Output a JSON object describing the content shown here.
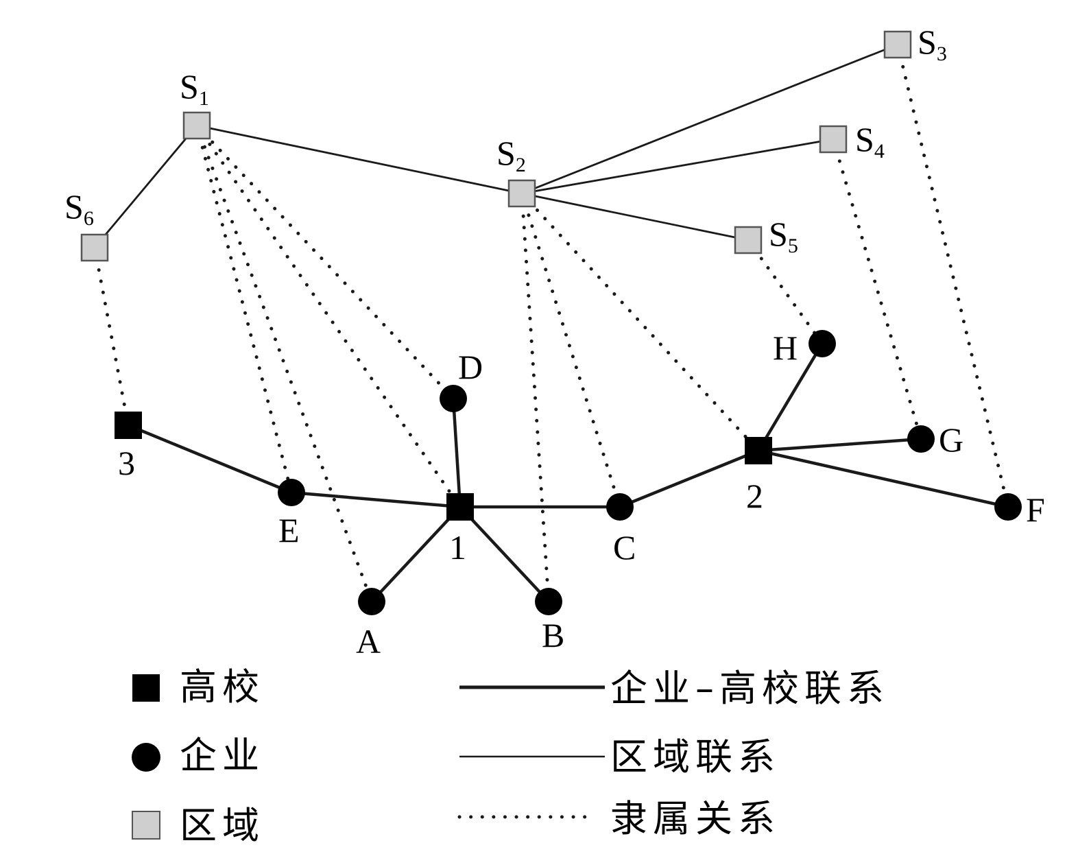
{
  "diagram": {
    "nodes": [
      {
        "id": "S1",
        "type": "region",
        "label": "S",
        "sub": "1"
      },
      {
        "id": "S2",
        "type": "region",
        "label": "S",
        "sub": "2"
      },
      {
        "id": "S3",
        "type": "region",
        "label": "S",
        "sub": "3"
      },
      {
        "id": "S4",
        "type": "region",
        "label": "S",
        "sub": "4"
      },
      {
        "id": "S5",
        "type": "region",
        "label": "S",
        "sub": "5"
      },
      {
        "id": "S6",
        "type": "region",
        "label": "S",
        "sub": "6"
      },
      {
        "id": "U1",
        "type": "university",
        "label": "1"
      },
      {
        "id": "U2",
        "type": "university",
        "label": "2"
      },
      {
        "id": "U3",
        "type": "university",
        "label": "3"
      },
      {
        "id": "A",
        "type": "enterprise",
        "label": "A"
      },
      {
        "id": "B",
        "type": "enterprise",
        "label": "B"
      },
      {
        "id": "C",
        "type": "enterprise",
        "label": "C"
      },
      {
        "id": "D",
        "type": "enterprise",
        "label": "D"
      },
      {
        "id": "E",
        "type": "enterprise",
        "label": "E"
      },
      {
        "id": "F",
        "type": "enterprise",
        "label": "F"
      },
      {
        "id": "G",
        "type": "enterprise",
        "label": "G"
      },
      {
        "id": "H",
        "type": "enterprise",
        "label": "H"
      }
    ],
    "edges": [
      {
        "from": "S6",
        "to": "S1",
        "kind": "region-link"
      },
      {
        "from": "S1",
        "to": "S2",
        "kind": "region-link"
      },
      {
        "from": "S2",
        "to": "S3",
        "kind": "region-link"
      },
      {
        "from": "S2",
        "to": "S4",
        "kind": "region-link"
      },
      {
        "from": "S2",
        "to": "S5",
        "kind": "region-link"
      },
      {
        "from": "U3",
        "to": "E",
        "kind": "enterprise-university-link"
      },
      {
        "from": "E",
        "to": "U1",
        "kind": "enterprise-university-link"
      },
      {
        "from": "D",
        "to": "U1",
        "kind": "enterprise-university-link"
      },
      {
        "from": "U1",
        "to": "A",
        "kind": "enterprise-university-link"
      },
      {
        "from": "U1",
        "to": "B",
        "kind": "enterprise-university-link"
      },
      {
        "from": "U1",
        "to": "C",
        "kind": "enterprise-university-link"
      },
      {
        "from": "C",
        "to": "U2",
        "kind": "enterprise-university-link"
      },
      {
        "from": "U2",
        "to": "H",
        "kind": "enterprise-university-link"
      },
      {
        "from": "U2",
        "to": "G",
        "kind": "enterprise-university-link"
      },
      {
        "from": "U2",
        "to": "F",
        "kind": "enterprise-university-link"
      },
      {
        "from": "S6",
        "to": "U3",
        "kind": "affiliation"
      },
      {
        "from": "S1",
        "to": "E",
        "kind": "affiliation"
      },
      {
        "from": "S1",
        "to": "A",
        "kind": "affiliation"
      },
      {
        "from": "S1",
        "to": "U1",
        "kind": "affiliation"
      },
      {
        "from": "S1",
        "to": "D",
        "kind": "affiliation"
      },
      {
        "from": "S2",
        "to": "B",
        "kind": "affiliation"
      },
      {
        "from": "S2",
        "to": "C",
        "kind": "affiliation"
      },
      {
        "from": "S2",
        "to": "U2",
        "kind": "affiliation"
      },
      {
        "from": "S5",
        "to": "H",
        "kind": "affiliation"
      },
      {
        "from": "S4",
        "to": "G",
        "kind": "affiliation"
      },
      {
        "from": "S3",
        "to": "F",
        "kind": "affiliation"
      }
    ],
    "colors": {
      "university": "#000000",
      "enterprise": "#000000",
      "region_fill": "#cfcfcf",
      "region_stroke": "#555555",
      "line": "#1a1a1a"
    }
  },
  "legend": {
    "university": "高校",
    "enterprise": "企业",
    "region": "区域",
    "enterprise_university_link": "企业–高校联系",
    "region_link": "区域联系",
    "affiliation": "隶属关系"
  }
}
